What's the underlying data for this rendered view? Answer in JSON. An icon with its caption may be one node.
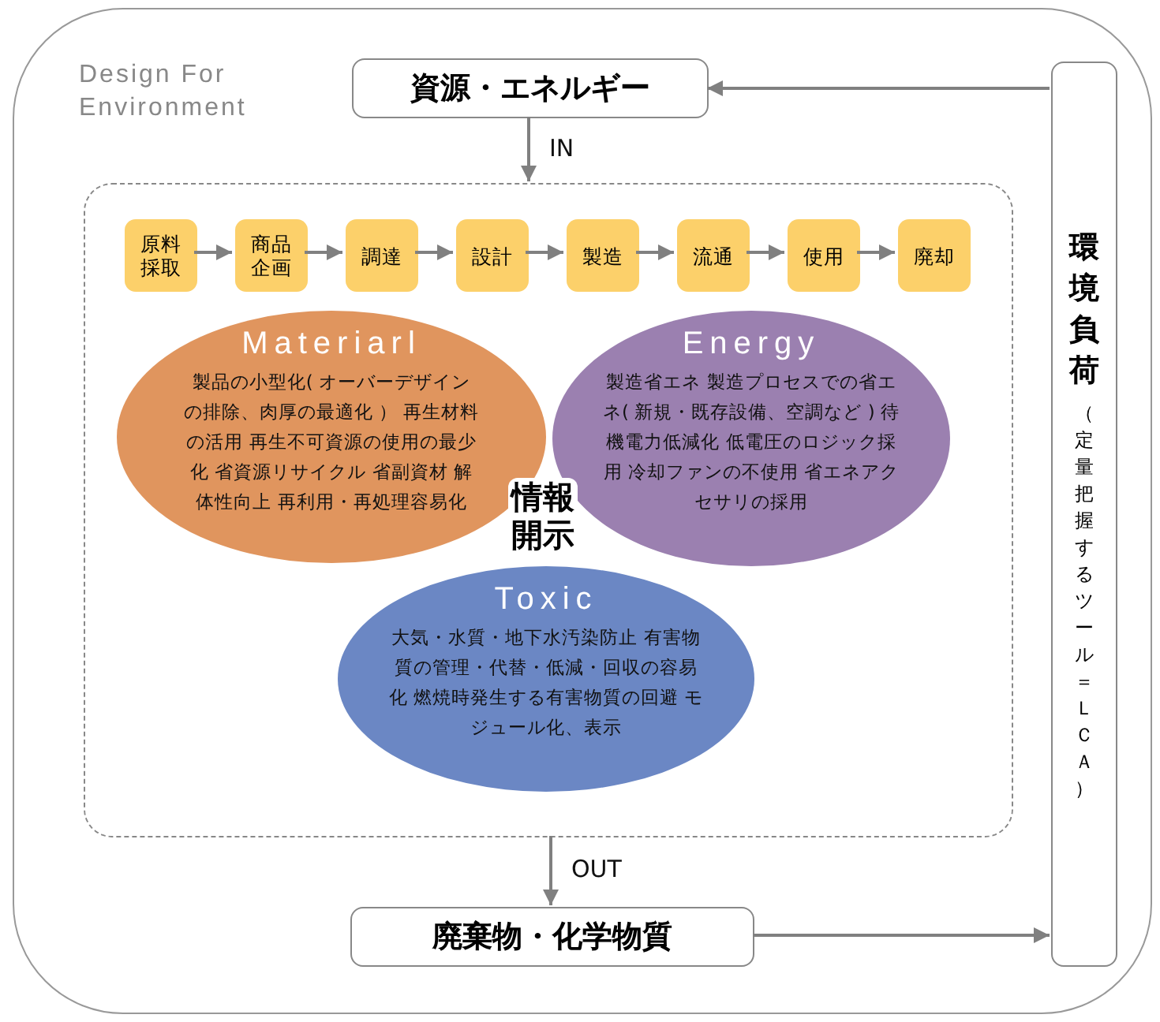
{
  "diagram": {
    "nodes": [
      {
        "text": [
          "Design For Environment"
        ]
      },
      {
        "text": [
          "資源・エネルギー"
        ],
        "in": 0
      },
      {
        "text": [],
        "shape": "box",
        "in": 0
      },
      {
        "text": [
          "原料採取"
        ],
        "in": 2
      },
      {
        "text": [
          "商品企画"
        ],
        "in": 2
      },
      {
        "text": [
          "調達"
        ],
        "in": 2
      },
      {
        "text": [
          "設計"
        ],
        "in": 2
      },
      {
        "text": [
          "製造"
        ],
        "in": 2
      },
      {
        "text": [
          "流通"
        ],
        "in": 2
      },
      {
        "text": [
          "使用"
        ],
        "in": 2
      },
      {
        "text": [
          "廃却"
        ],
        "in": 2
      },
      {
        "text": [
          "Materiarl",
          "製品の小型化( オーバーデザインの排除、肉厚の最適化 ） 再生材料の活用 再生不可資源の使用の最少化 省資源リサイクル 省副資材 解体性向上 再利用・再処理容易化"
        ],
        "in": 2
      },
      {
        "text": [
          "Energy",
          "製造省エネ 製造プロセスでの省エネ( 新規・既存設備、空調など ) 待機電力低減化 低電圧のロジック採用 冷却ファンの不使用 省エネアクセサリの採用"
        ],
        "in": 2
      },
      {
        "text": [
          "Toxic",
          "大気・水質・地下水汚染防止 有害物質の管理・代替・低減・回収の容易化 燃焼時発生する有害物質の回避 モジュール化、表示"
        ],
        "in": 2
      },
      {
        "text": [
          "廃棄物・化学物質"
        ],
        "in": 0
      },
      {
        "text": [
          "環境負荷",
          "（定量把握するツール＝ＬＣＡ）"
        ],
        "in": 0
      }
    ],
    "edges": [
      {
        "from": 15,
        "to": 1,
        "arrow": "to"
      },
      {
        "from": 1,
        "to": 2,
        "arrow": "to",
        "label": "IN"
      },
      {
        "from": 3,
        "to": 4,
        "arrow": "to"
      },
      {
        "from": 4,
        "to": 5,
        "arrow": "to"
      },
      {
        "from": 5,
        "to": 6,
        "arrow": "to"
      },
      {
        "from": 6,
        "to": 7,
        "arrow": "to"
      },
      {
        "from": 7,
        "to": 8,
        "arrow": "to"
      },
      {
        "from": 8,
        "to": 9,
        "arrow": "to"
      },
      {
        "from": 9,
        "to": 10,
        "arrow": "to"
      },
      {
        "from": 2,
        "to": 14,
        "arrow": "to",
        "label": "OUT"
      },
      {
        "from": 14,
        "to": 15,
        "arrow": "to"
      }
    ],
    "labels": [
      "情報開示"
    ]
  }
}
